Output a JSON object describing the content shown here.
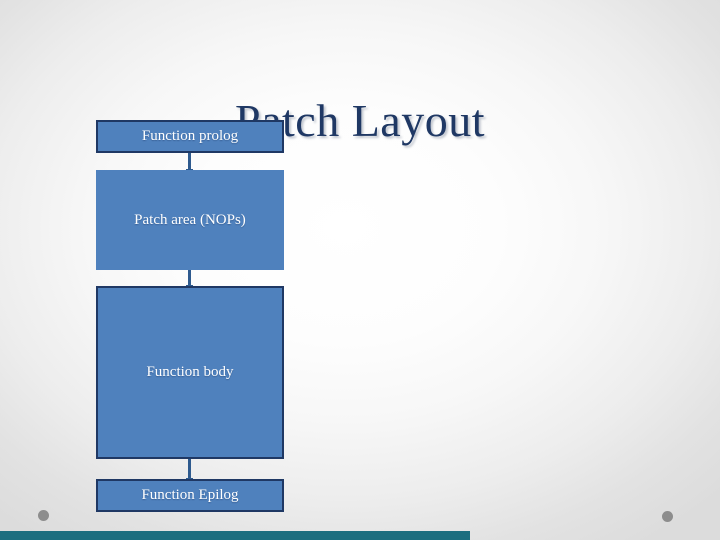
{
  "slide": {
    "title": "Patch Layout",
    "title_color": "#1F3864",
    "background_color": "#FFFFFF",
    "accent_color": "#4F81BD",
    "border_color": "#1F3864",
    "connector_color": "#2E5A8E",
    "footer_bar_color": "#1C6E7F",
    "decoration_dot_color": "#8D8D8D"
  },
  "diagram": {
    "type": "vertical-flow",
    "boxes": [
      {
        "id": "prolog",
        "label": "Function prolog",
        "bordered": true
      },
      {
        "id": "patch-area",
        "label": "Patch area (NOPs)",
        "bordered": false
      },
      {
        "id": "body",
        "label": "Function body",
        "bordered": true
      },
      {
        "id": "epilog",
        "label": "Function Epilog",
        "bordered": true
      }
    ],
    "connectors": [
      {
        "from": "prolog",
        "to": "patch-area"
      },
      {
        "from": "patch-area",
        "to": "body"
      },
      {
        "from": "body",
        "to": "epilog"
      }
    ]
  }
}
